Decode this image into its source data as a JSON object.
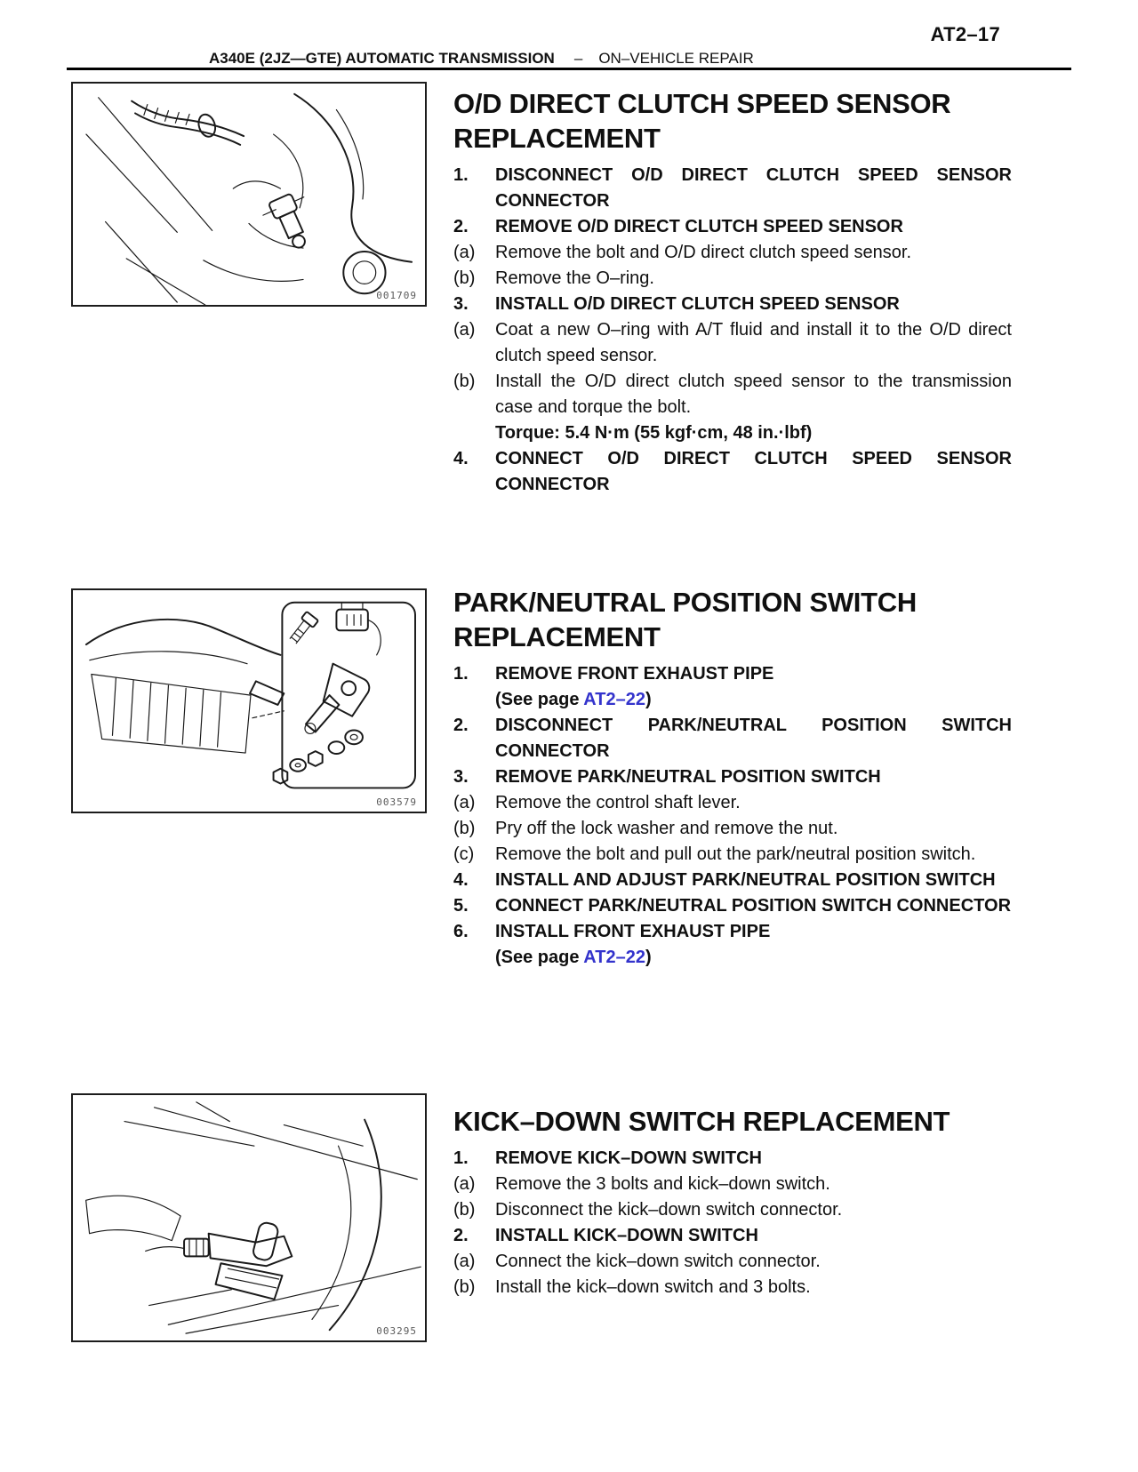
{
  "page": {
    "number": "AT2–17",
    "header_title": "A340E (2JZ—GTE) AUTOMATIC TRANSMISSION",
    "header_separator": "–",
    "header_section": "ON–VEHICLE REPAIR"
  },
  "colors": {
    "link_blue": "#3333cc",
    "text": "#101010",
    "rule": "#000000"
  },
  "sections": [
    {
      "id": "od-direct-clutch-speed-sensor",
      "title": [
        "O/D DIRECT CLUTCH SPEED SENSOR",
        "REPLACEMENT"
      ],
      "figure": {
        "code": "001709",
        "description": "O/D direct clutch speed sensor location in transmission"
      },
      "steps": [
        {
          "label": "1.",
          "style": "bold",
          "text": "DISCONNECT O/D DIRECT CLUTCH SPEED SENSOR CONNECTOR"
        },
        {
          "label": "2.",
          "style": "bold",
          "text": "REMOVE O/D DIRECT CLUTCH SPEED SENSOR"
        },
        {
          "label": "(a)",
          "style": "normal",
          "text": "Remove the bolt and O/D direct clutch speed sensor."
        },
        {
          "label": "(b)",
          "style": "normal",
          "text": "Remove the O–ring."
        },
        {
          "label": "3.",
          "style": "bold",
          "text": "INSTALL O/D DIRECT CLUTCH SPEED SENSOR"
        },
        {
          "label": "(a)",
          "style": "normal",
          "text": "Coat a new O–ring with A/T fluid and install it to the O/D direct clutch speed sensor."
        },
        {
          "label": "(b)",
          "style": "normal",
          "text": "Install the O/D direct clutch speed sensor to the transmission case and torque the bolt."
        },
        {
          "label": "",
          "style": "torque",
          "text": "Torque: 5.4 N·m (55 kgf·cm, 48 in.·lbf)"
        },
        {
          "label": "4.",
          "style": "bold",
          "text": "CONNECT O/D DIRECT CLUTCH SPEED SENSOR CONNECTOR"
        }
      ]
    },
    {
      "id": "park-neutral-position-switch",
      "title": [
        "PARK/NEUTRAL POSITION SWITCH",
        "REPLACEMENT"
      ],
      "figure": {
        "code": "003579",
        "description": "Park/neutral position switch with exploded hardware inset"
      },
      "steps": [
        {
          "label": "1.",
          "style": "bold",
          "text": "REMOVE FRONT EXHAUST PIPE"
        },
        {
          "label": "",
          "style": "seepage",
          "prefix": "(See page ",
          "link": "AT2–22",
          "suffix": ")"
        },
        {
          "label": "2.",
          "style": "bold",
          "text": "DISCONNECT PARK/NEUTRAL POSITION SWITCH CONNECTOR"
        },
        {
          "label": "3.",
          "style": "bold",
          "text": "REMOVE PARK/NEUTRAL POSITION SWITCH"
        },
        {
          "label": "(a)",
          "style": "normal",
          "text": "Remove the control shaft lever."
        },
        {
          "label": "(b)",
          "style": "normal",
          "text": "Pry off the lock washer and remove the nut."
        },
        {
          "label": "(c)",
          "style": "normal",
          "text": "Remove the bolt and pull out the park/neutral position switch."
        },
        {
          "label": "4.",
          "style": "bold",
          "text": "INSTALL AND ADJUST PARK/NEUTRAL POSITION SWITCH"
        },
        {
          "label": "5.",
          "style": "bold",
          "text": "CONNECT PARK/NEUTRAL POSITION SWITCH CONNECTOR"
        },
        {
          "label": "6.",
          "style": "bold",
          "text": "INSTALL FRONT EXHAUST PIPE"
        },
        {
          "label": "",
          "style": "seepage",
          "prefix": "(See page ",
          "link": "AT2–22",
          "suffix": ")"
        }
      ]
    },
    {
      "id": "kick-down-switch",
      "title": [
        "KICK–DOWN SWITCH REPLACEMENT"
      ],
      "figure": {
        "code": "003295",
        "description": "Kick-down switch location under dash"
      },
      "steps": [
        {
          "label": "1.",
          "style": "bold",
          "text": "REMOVE KICK–DOWN SWITCH"
        },
        {
          "label": "(a)",
          "style": "normal",
          "text": "Remove the 3 bolts and kick–down switch."
        },
        {
          "label": "(b)",
          "style": "normal",
          "text": "Disconnect the kick–down switch connector."
        },
        {
          "label": "2.",
          "style": "bold",
          "text": "INSTALL KICK–DOWN SWITCH"
        },
        {
          "label": "(a)",
          "style": "normal",
          "text": "Connect the kick–down switch connector."
        },
        {
          "label": "(b)",
          "style": "normal",
          "text": "Install the kick–down switch and 3 bolts."
        }
      ]
    }
  ]
}
